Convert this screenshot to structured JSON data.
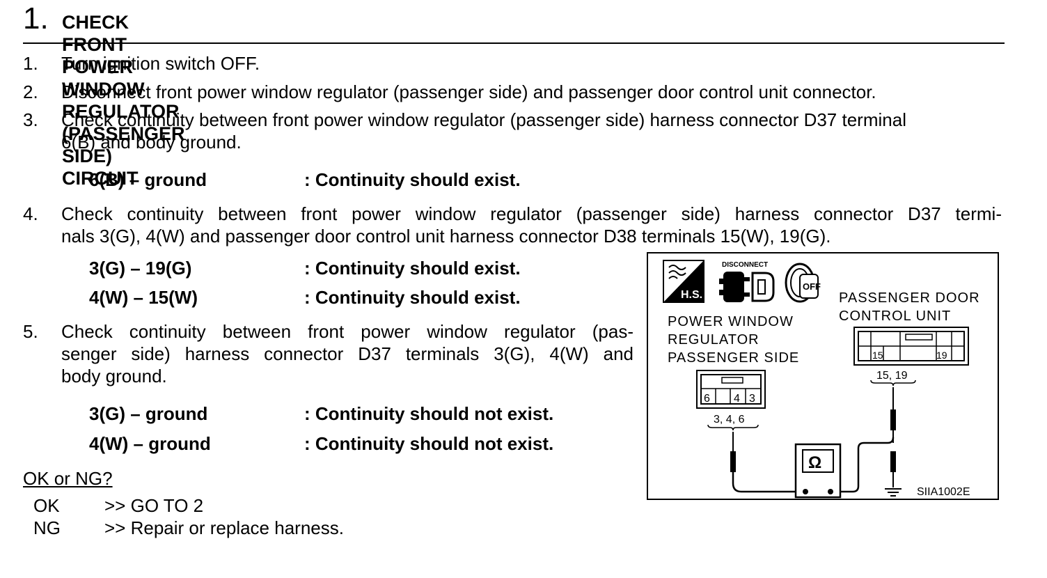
{
  "header": {
    "step_number": "1.",
    "title": "CHECK FRONT POWER WINDOW REGULATOR (PASSENGER SIDE) CIRCUIT"
  },
  "steps": [
    {
      "number": "1.",
      "lines": [
        "Turn ignition switch OFF."
      ]
    },
    {
      "number": "2.",
      "lines": [
        "Disconnect front power window regulator (passenger side) and passenger door control unit connector."
      ]
    },
    {
      "number": "3.",
      "lines": [
        "Check continuity between front power window regulator (passenger side) harness connector D37 terminal",
        "6(B) and body ground."
      ]
    },
    {
      "number": "4.",
      "lines": [
        "Check continuity between front power window regulator (passenger side) harness connector D37 termi-",
        "nals 3(G), 4(W) and passenger door control unit harness connector D38 terminals 15(W), 19(G)."
      ]
    },
    {
      "number": "5.",
      "lines": [
        "Check continuity between front power window regulator (pas-",
        "senger side) harness connector D37  terminals 3(G), 4(W) and",
        "body ground."
      ]
    }
  ],
  "specs": {
    "step3": [
      {
        "terminals": "6(B) –  ground",
        "result": ": Continuity should exist."
      }
    ],
    "step4": [
      {
        "terminals": "3(G)  – 19(G)",
        "result": ": Continuity should exist."
      },
      {
        "terminals": "4(W) – 15(W)",
        "result": ": Continuity should exist."
      }
    ],
    "step5": [
      {
        "terminals": "3(G)  – ground",
        "result": ": Continuity should not exist."
      },
      {
        "terminals": "4(W) – ground",
        "result": ": Continuity should not exist."
      }
    ]
  },
  "decision": {
    "question": "OK or NG?",
    "answers": [
      {
        "key": "OK",
        "action": ">> GO TO 2"
      },
      {
        "key": "NG",
        "action": ">> Repair or replace harness."
      }
    ]
  },
  "figure": {
    "icon_hs_label": "H.S.",
    "icon_disconnect_label": "DISCONNECT",
    "icon_off_label": "OFF",
    "icons": [
      "harness-icon",
      "disconnect-connector-icon",
      "ignition-off-icon",
      "ohmmeter-icon",
      "ground-icon"
    ],
    "left_connector_title": [
      "POWER WINDOW",
      "REGULATOR",
      "PASSENGER SIDE"
    ],
    "right_connector_title": [
      "PASSENGER DOOR",
      "CONTROL UNIT"
    ],
    "left_terminals": [
      "6",
      "4",
      "3"
    ],
    "left_probe_label": "3, 4, 6",
    "right_terminals": [
      "15",
      "19"
    ],
    "right_probe_label": "15, 19",
    "meter_symbol": "Ω",
    "figure_code": "SIIA1002E"
  }
}
